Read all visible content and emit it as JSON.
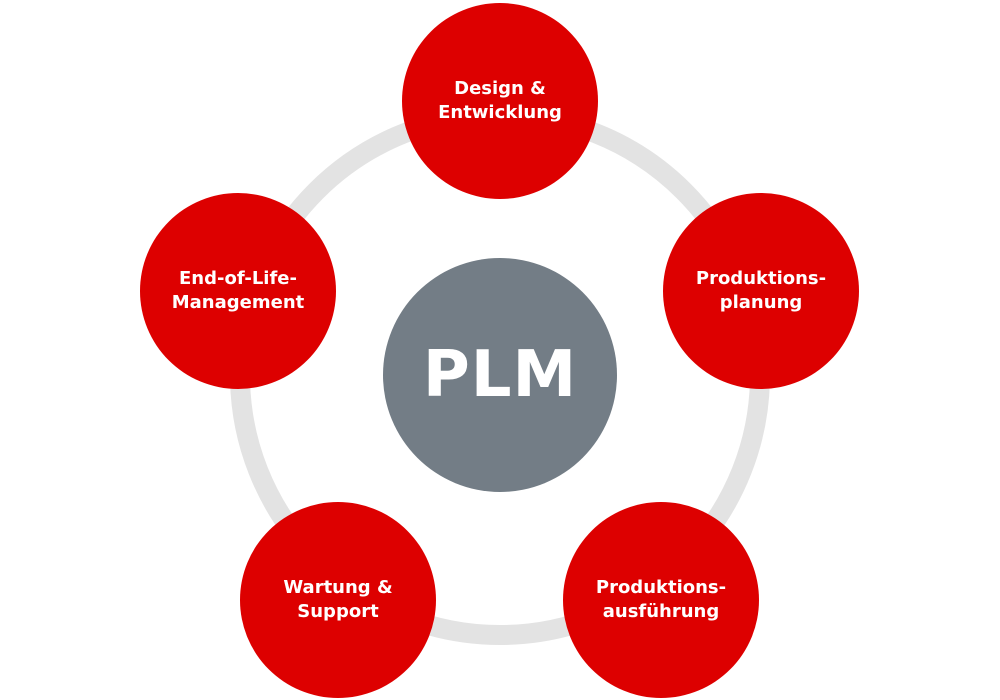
{
  "diagram": {
    "center": {
      "label": "PLM",
      "color": "#737d86"
    },
    "ring_color": "#e3e3e3",
    "node_color": "#dd0000",
    "nodes": [
      {
        "label": "Design &\nEntwicklung"
      },
      {
        "label": "Produktions-\nplanung"
      },
      {
        "label": "Produktions-\nausführung"
      },
      {
        "label": "Wartung &\nSupport"
      },
      {
        "label": "End-of-Life-\nManagement"
      }
    ]
  }
}
